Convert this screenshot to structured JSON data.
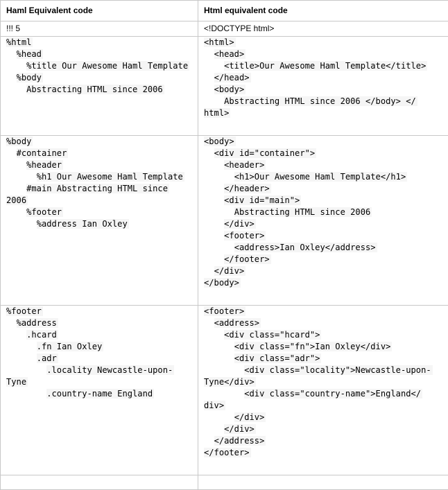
{
  "headers": [
    "Haml Equivalent code",
    "Html equivalent code"
  ],
  "doctype_row": {
    "haml": "!!! 5",
    "html": "<!DOCTYPE html>"
  },
  "rows": [
    {
      "haml": [
        "%html",
        "  %head",
        "    %title Our Awesome Haml Template",
        "  %body",
        "    Abstracting HTML since 2006"
      ],
      "html": [
        "<html>",
        "  <head>",
        "    <title>Our Awesome Haml Template</title>",
        "  </head>",
        "  <body>",
        "    Abstracting HTML since 2006 </body> </",
        "html>"
      ]
    },
    {
      "haml": [
        "%body",
        "  #container",
        "    %header",
        "      %h1 Our Awesome Haml Template",
        "    #main Abstracting HTML since",
        "2006",
        "    %footer",
        "      %address Ian Oxley"
      ],
      "html": [
        "<body>",
        "  <div id=\"container\">",
        "    <header>",
        "      <h1>Our Awesome Haml Template</h1>",
        "    </header>",
        "    <div id=\"main\">",
        "      Abstracting HTML since 2006",
        "    </div>",
        "    <footer>",
        "      <address>Ian Oxley</address>",
        "    </footer>",
        "  </div>",
        "</body>"
      ]
    },
    {
      "haml": [
        "%footer",
        "  %address",
        "    .hcard",
        "      .fn Ian Oxley",
        "      .adr",
        "        .locality Newcastle-upon-",
        "Tyne",
        "        .country-name England"
      ],
      "html": [
        "<footer>",
        "  <address>",
        "    <div class=\"hcard\">",
        "      <div class=\"fn\">Ian Oxley</div>",
        "      <div class=\"adr\">",
        "        <div class=\"locality\">Newcastle-upon-",
        "Tyne</div>",
        "        <div class=\"country-name\">England</",
        "div>",
        "      </div>",
        "    </div>",
        "  </address>",
        "</footer>"
      ]
    }
  ]
}
